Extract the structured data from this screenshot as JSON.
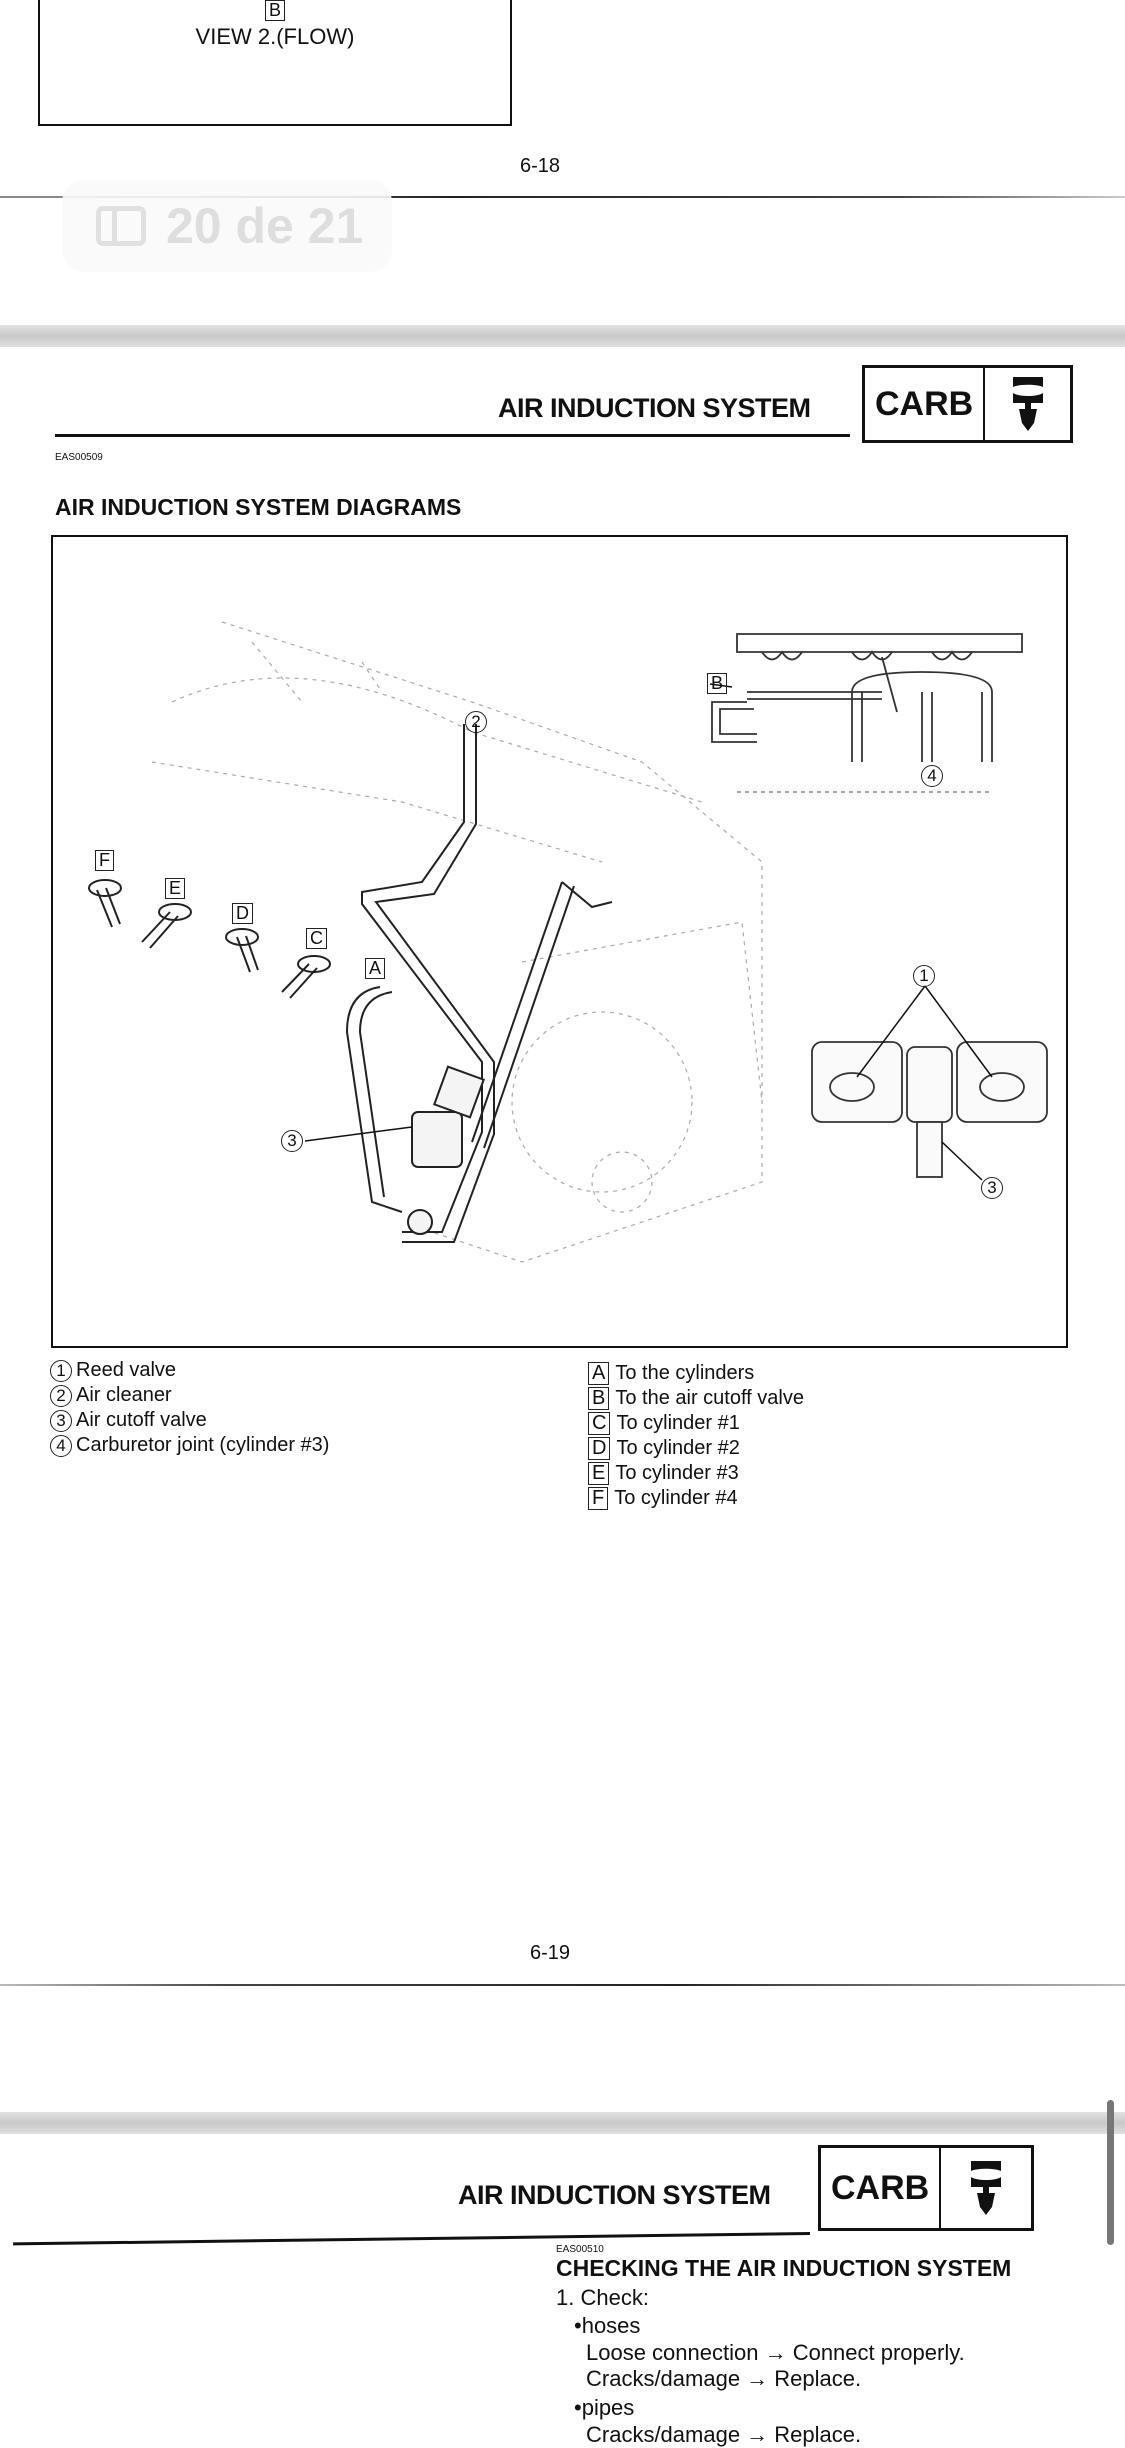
{
  "page_prev": {
    "view_label_letter": "B",
    "view_label": "VIEW 2.(FLOW)",
    "page_number": "6-18"
  },
  "page_counter": {
    "icon": "sidebar-icon",
    "text": "20 de 21"
  },
  "page_current": {
    "header_title": "AIR INDUCTION SYSTEM",
    "section_badge": "CARB",
    "section_icon": "carburetor-icon",
    "doc_code": "EAS00509",
    "heading": "AIR INDUCTION SYSTEM DIAGRAMS",
    "diagram_labels": {
      "n1": "1",
      "n2": "2",
      "n3": "3",
      "n4": "4",
      "A": "A",
      "B": "B",
      "C": "C",
      "D": "D",
      "E": "E",
      "F": "F"
    },
    "legend_numbered": [
      {
        "num": "1",
        "text": "Reed valve"
      },
      {
        "num": "2",
        "text": "Air cleaner"
      },
      {
        "num": "3",
        "text": "Air cutoff valve"
      },
      {
        "num": "4",
        "text": "Carburetor joint (cylinder #3)"
      }
    ],
    "legend_lettered": [
      {
        "letter": "A",
        "text": "To the cylinders"
      },
      {
        "letter": "B",
        "text": "To the air cutoff valve"
      },
      {
        "letter": "C",
        "text": "To cylinder #1"
      },
      {
        "letter": "D",
        "text": "To cylinder #2"
      },
      {
        "letter": "E",
        "text": "To cylinder #3"
      },
      {
        "letter": "F",
        "text": "To cylinder #4"
      }
    ],
    "page_number": "6-19"
  },
  "page_next": {
    "header_title": "AIR INDUCTION SYSTEM",
    "section_badge": "CARB",
    "doc_code": "EAS00510",
    "heading": "CHECKING THE AIR INDUCTION SYSTEM",
    "step1": "1. Check:",
    "bullet1": "•hoses",
    "line1": "Loose connection → Connect properly.",
    "line2": "Cracks/damage → Replace.",
    "bullet2": "•pipes",
    "line3": "Cracks/damage → Replace."
  }
}
